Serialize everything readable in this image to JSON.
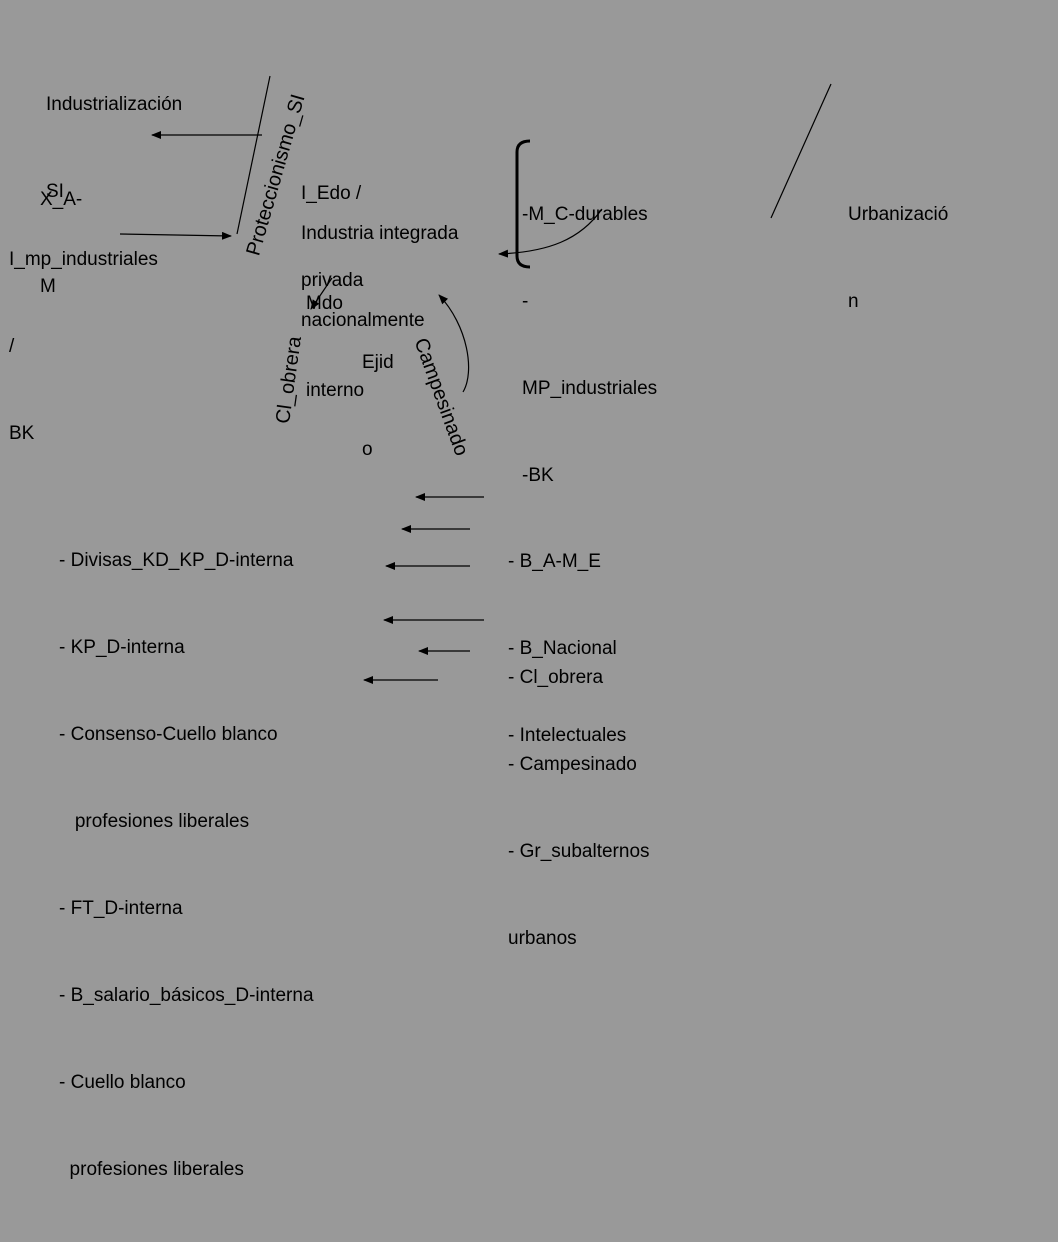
{
  "title_lines": [
    "Industrialización",
    "SI"
  ],
  "x_am_lines": [
    "X_A-",
    "M"
  ],
  "imp_lines": [
    "I_mp_industriales",
    "/",
    "BK"
  ],
  "proteccionismo": "Proteccionismo_SI",
  "edo_lines": [
    "I_Edo /",
    "privada"
  ],
  "industria_lines": [
    "Industria integrada",
    "nacionalmente"
  ],
  "mdo_lines": [
    "Mdo",
    "interno"
  ],
  "ejido_lines": [
    "Ejid",
    "o"
  ],
  "cl_obrera_rot": "Cl_obrera",
  "campesinado_rot": "Campesinado",
  "mc_lines": [
    "-M_C-durables",
    "-",
    "MP_industriales",
    "-BK"
  ],
  "urbanizacion_lines": [
    "Urbanizació",
    "n"
  ],
  "left_list": [
    "- Divisas_KD_KP_D-interna",
    "- KP_D-interna",
    "- Consenso-Cuello blanco",
    "   profesiones liberales",
    "- FT_D-interna",
    "- B_salario_básicos_D-interna",
    "- Cuello blanco",
    "  profesiones liberales"
  ],
  "right_list_a": [
    "- B_A-M_E",
    "- B_Nacional",
    "- Intelectuales"
  ],
  "right_list_b": [
    "- Cl_obrera",
    "- Campesinado",
    "- Gr_subalternos",
    "urbanos"
  ],
  "colors": {
    "background": "#999999",
    "ink": "#000000"
  }
}
